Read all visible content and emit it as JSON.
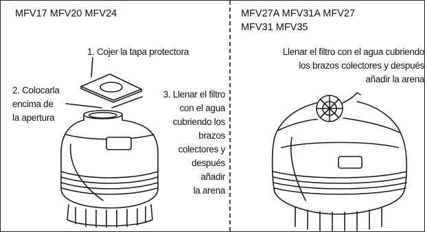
{
  "left_panel": {
    "models": "MFV17 MFV20 MFV24",
    "step1": "1. Cojer la tapa protectora",
    "step2_lines": [
      "2. Colocarla",
      "encima de",
      "la apertura"
    ],
    "step3_lines": [
      "3. Llenar el filtro",
      "con el agua",
      "cubriendo los",
      "brazos",
      "colectores y",
      "después",
      "añadir",
      "la arena"
    ]
  },
  "right_panel": {
    "models_lines": [
      "MFV27A MFV31A MFV27",
      "MFV31 MFV35"
    ],
    "instruction_lines": [
      "Llenar el filtro con el agua cubriendo",
      "los brazos colectores y después",
      "añadir la arena"
    ]
  },
  "colors": {
    "line": "#1a1a1a",
    "background": "#ffffff"
  },
  "icons": [
    "protective-cap-icon",
    "sand-filter-tank-icon",
    "large-sand-filter-tank-icon"
  ]
}
